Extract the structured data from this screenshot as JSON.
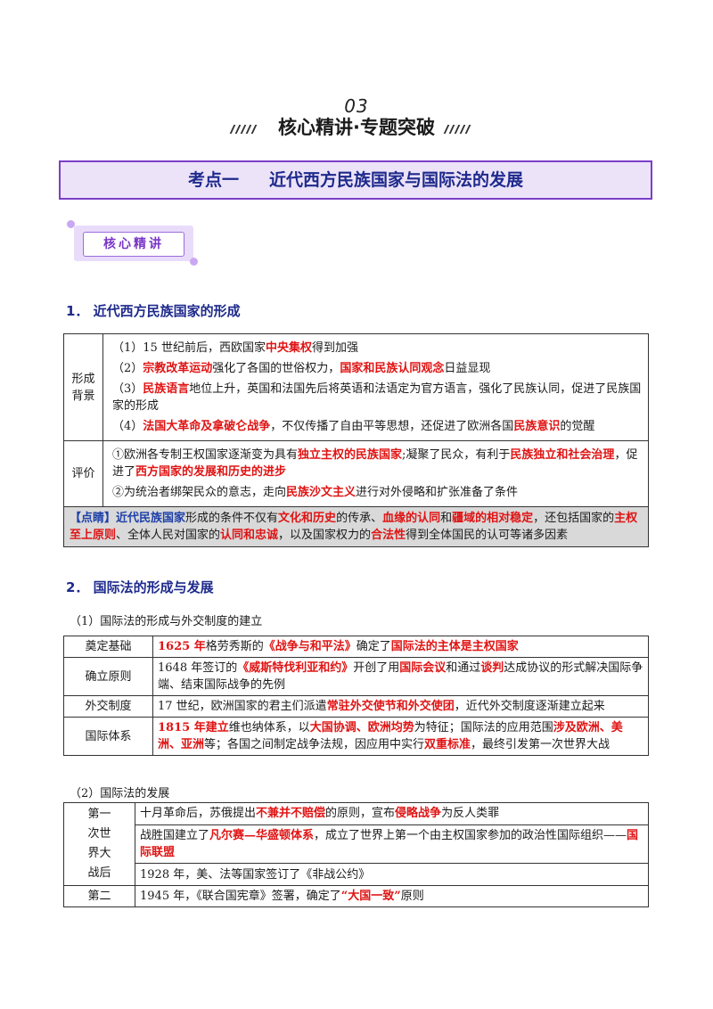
{
  "header": {
    "number": "03",
    "title": "核心精讲·专题突破"
  },
  "section": {
    "prefix": "考点一",
    "title": "近代西方民族国家与国际法的发展"
  },
  "core_tag": "核心精讲",
  "part1": {
    "heading": "1．  近代西方民族国家的形成",
    "bg_label_1": "形成",
    "bg_label_2": "背景",
    "bg": [
      {
        "a": "（1）15 世纪前后，西欧国家",
        "b": "中央集权",
        "c": "得到加强"
      },
      {
        "a": "（2）",
        "b": "宗教改革运动",
        "c": "强化了各国的世俗权力，",
        "d": "国家和民族认同观念",
        "e": "日益显现"
      },
      {
        "a": "（3）",
        "b": "民族语言",
        "c": "地位上升，英国和法国先后将英语和法语定为官方语言，强化了民族认同，促进了民族国家的形成"
      },
      {
        "a": "（4）",
        "b": "法国大革命及拿破仑战争",
        "c": "，不仅传播了自由平等思想，还促进了欧洲各国",
        "d": "民族意识",
        "e": "的觉醒"
      }
    ],
    "eval_label": "评价",
    "eval": [
      {
        "a": "①欧洲各专制王权国家逐渐变为具有",
        "b": "独立主权的民族国家",
        "c": ";凝聚了民众，有利于",
        "d": "民族独立和社会治理",
        "e": "，促进了",
        "f": "西方国家的发展和历史的进步"
      },
      {
        "a": "②为统治者绑架民众的意志，走向",
        "b": "民族沙文主义",
        "c": "进行对外侵略和扩张准备了条件"
      }
    ],
    "tip": {
      "tag": "【点睛】",
      "subject": "近代民族国家",
      "t1": "形成的条件不仅有",
      "k1": "文化和历史",
      "t2": "的传承、",
      "k2": "血缘的认同",
      "t3": "和",
      "k3": "疆域的相对稳定",
      "t4": "，还包括国家的",
      "k4": "主权至上原则",
      "t5": "、全体人民对国家的",
      "k5": "认同和忠诚",
      "t6": "，以及国家权力的",
      "k6": "合法性",
      "t7": "得到全体国民的认可等诸多因素"
    }
  },
  "part2": {
    "heading": "2．  国际法的形成与发展",
    "sub1": "（1）国际法的形成与外交制度的建立",
    "rows1": [
      {
        "label": "奠定基础",
        "a": "1625 年",
        "b": "格劳秀斯的",
        "c": "《战争与和平法》",
        "d": "确定了",
        "e": "国际法的主体是主权国家"
      },
      {
        "label": "确立原则",
        "a": "1648 年签订的",
        "b": "《威斯特伐利亚和约》",
        "c": "开创了用",
        "d": "国际会议",
        "e": "和通过",
        "f": "谈判",
        "g": "达成协议的形式解决国际争端、结束国际战争的先例"
      },
      {
        "label": "外交制度",
        "a": "17 世纪，欧洲国家的君主们派遣",
        "b": "常驻外交使节和外交使团",
        "c": "，近代外交制度逐渐建立起来"
      },
      {
        "label": "国际体系",
        "a": "1815 年建立",
        "b": "维也纳体系，以",
        "c": "大国协调、欧洲均势",
        "d": "为特征；国际法的应用范围",
        "e": "涉及欧洲、美洲、亚洲",
        "f": "等；各国之间制定战争法规，因应用中实行",
        "g": "双重标准",
        "h": "，最终引发第一次世界大战"
      }
    ],
    "sub2": "（2）国际法的发展",
    "ww1_label": [
      "第一",
      "次世",
      "界大",
      "战后"
    ],
    "rows2": [
      {
        "a": "十月革命后，苏俄提出",
        "b": "不兼并不赔偿",
        "c": "的原则，宣布",
        "d": "侵略战争",
        "e": "为反人类罪"
      },
      {
        "a": "战胜国建立了",
        "b": "凡尔赛—华盛顿体系",
        "c": "，成立了世界上第一个由主权国家参加的政治性国际组织——",
        "d": "国际联盟"
      },
      {
        "a": "1928 年，美、法等国家签订了《非战公约》"
      }
    ],
    "ww2_label": "第二",
    "row_ww2": {
      "a": "1945 年，《联合国宪章》签署，确定了",
      "b": "“大国一致”",
      "c": "原则"
    }
  }
}
